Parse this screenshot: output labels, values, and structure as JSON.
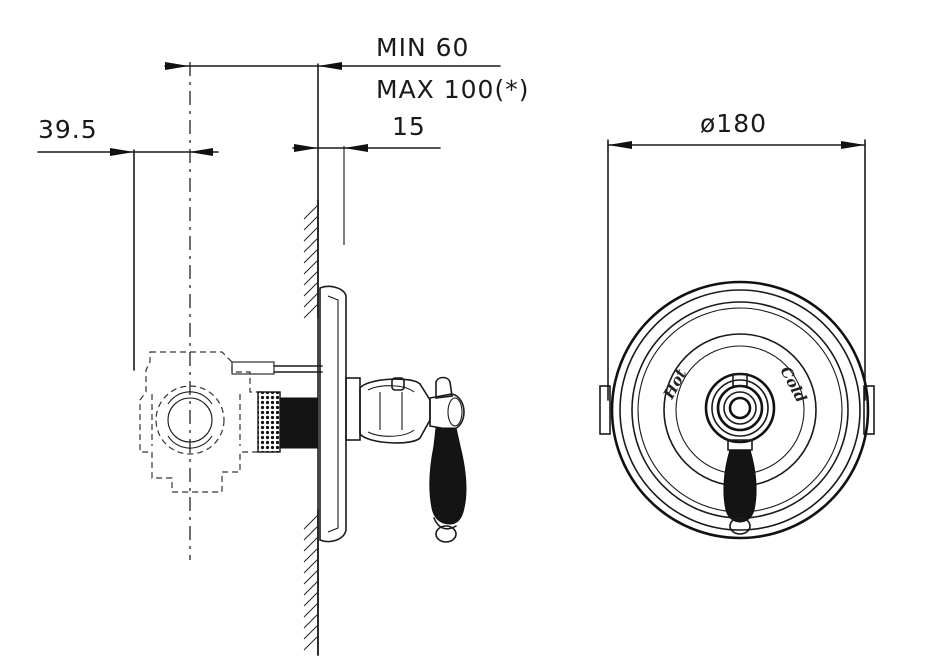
{
  "dimensions": {
    "min_label": "MIN  60",
    "max_label": "MAX  100(*)",
    "left_offset": "39.5",
    "plate_depth": "15",
    "diameter": "ø180"
  },
  "markings": {
    "hot": "Hot",
    "cold": "Cold"
  },
  "colors": {
    "line": "#1a1a1a",
    "background": "#ffffff"
  }
}
